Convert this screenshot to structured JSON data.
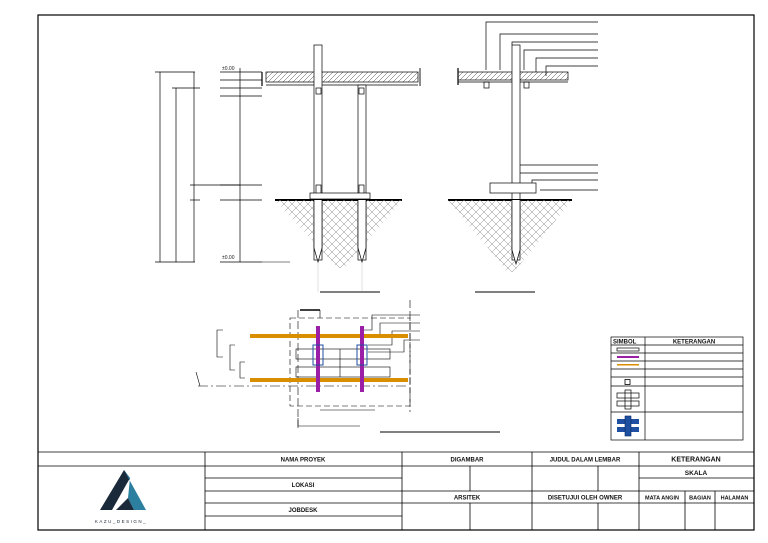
{
  "drawing": {
    "level_top": "±0.00",
    "level_bottom": "±0.00"
  },
  "legend": {
    "header_symbol": "SIMBOL",
    "header_desc": "KETERANGAN"
  },
  "title_block": {
    "logo_text": "KAZU_DESIGN_",
    "project_name_label": "NAMA PROYEK",
    "location_label": "LOKASI",
    "jobdesk_label": "JOBDESK",
    "drawn_label": "DIGAMBAR",
    "architect_label": "ARSITEK",
    "sheet_title_label": "JUDUL DALAM LEMBAR",
    "owner_approval_label": "DISETUJUI OLEH OWNER",
    "notes_label": "KETERANGAN",
    "scale_label": "SKALA",
    "compass_label": "MATA ANGIN",
    "part_label": "BAGIAN",
    "page_label": "HALAMAN"
  },
  "colors": {
    "orange": "#d98e00",
    "purple": "#9b1fa6",
    "blue": "#1f4fa0",
    "logo_dark": "#1b2a3a",
    "logo_teal": "#2d7fa0"
  }
}
